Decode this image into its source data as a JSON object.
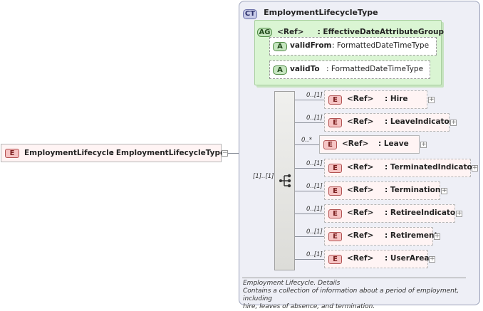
{
  "root_element": {
    "badge": "E",
    "name": "EmploymentLifecycle",
    "type": ": EmploymentLifecycleType",
    "toggle": "−"
  },
  "complex_type": {
    "badge": "CT",
    "name": "EmploymentLifecycleType"
  },
  "attribute_group": {
    "badge": "AG",
    "ref": "<Ref>",
    "name": ": EffectiveDateAttributeGroup"
  },
  "attributes": [
    {
      "badge": "A",
      "name": "validFrom",
      "type": ": FormattedDateTimeType"
    },
    {
      "badge": "A",
      "name": "validTo",
      "type": ": FormattedDateTimeType"
    }
  ],
  "sequence_cardinality": "[1]..[1]",
  "elements": [
    {
      "badge": "E",
      "ref": "<Ref>",
      "name": ": Hire",
      "card": "0..[1]",
      "expand": "+"
    },
    {
      "badge": "E",
      "ref": "<Ref>",
      "name": ": LeaveIndicator",
      "card": "0..[1]",
      "expand": "+"
    },
    {
      "badge": "E",
      "ref": "<Ref>",
      "name": ": Leave",
      "card": "0..*",
      "expand": "+"
    },
    {
      "badge": "E",
      "ref": "<Ref>",
      "name": ": TerminatedIndicator",
      "card": "0..[1]",
      "expand": "+"
    },
    {
      "badge": "E",
      "ref": "<Ref>",
      "name": ": Termination",
      "card": "0..[1]",
      "expand": "+"
    },
    {
      "badge": "E",
      "ref": "<Ref>",
      "name": ": RetireeIndicator",
      "card": "0..[1]",
      "expand": "+"
    },
    {
      "badge": "E",
      "ref": "<Ref>",
      "name": ": Retirement",
      "card": "0..[1]",
      "expand": "+"
    },
    {
      "badge": "E",
      "ref": "<Ref>",
      "name": ": UserArea",
      "card": "0..[1]",
      "expand": "+"
    }
  ],
  "documentation": {
    "line1": "Employment Lifecycle. Details",
    "line2": "Contains a collection of information about a period of employment, including",
    "line3": "hire, leaves of absence, and termination."
  },
  "colors": {
    "element_fill": "#f6c4c4",
    "attribute_fill": "#c6e6c0",
    "complex_type_fill": "#eeeff6"
  }
}
